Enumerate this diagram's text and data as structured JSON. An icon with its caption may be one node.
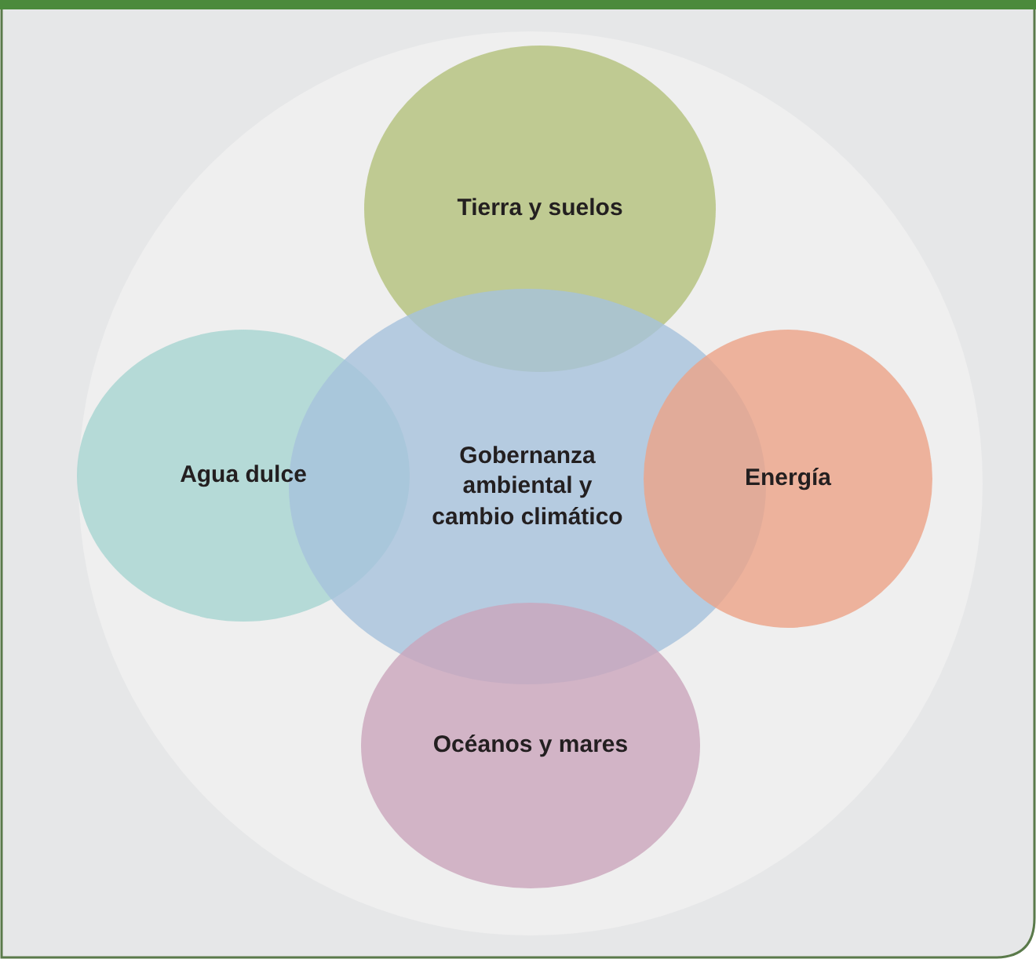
{
  "diagram": {
    "nodes": [
      {
        "text": [
          "Tierra y suelos"
        ]
      },
      {
        "text": [
          "Agua dulce"
        ]
      },
      {
        "text": [
          "Gobernanza ambiental y cambio climático"
        ]
      },
      {
        "text": [
          "Energía"
        ]
      },
      {
        "text": [
          "Océanos y mares"
        ]
      }
    ]
  }
}
